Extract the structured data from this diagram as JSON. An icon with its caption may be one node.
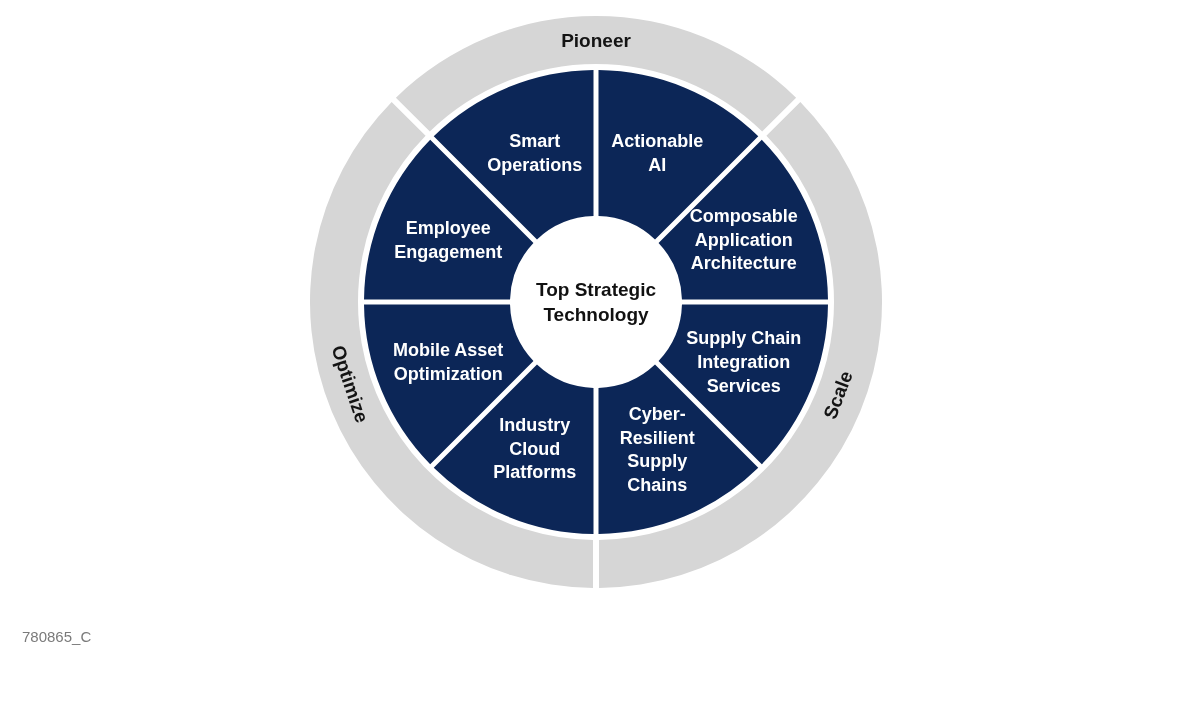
{
  "diagram": {
    "nodes": [
      {
        "text": [
          "Pioneer"
        ]
      },
      {
        "text": [
          "Scale"
        ]
      },
      {
        "text": [
          "Optimize"
        ]
      },
      {
        "text": [
          "Top Strategic Technology"
        ]
      },
      {
        "text": [
          "Smart Operations"
        ]
      },
      {
        "text": [
          "Actionable AI"
        ]
      },
      {
        "text": [
          "Composable Application Architecture"
        ]
      },
      {
        "text": [
          "Supply Chain Integration Services"
        ]
      },
      {
        "text": [
          "Cyber-Resilient Supply Chains"
        ]
      },
      {
        "text": [
          "Industry Cloud Platforms"
        ]
      },
      {
        "text": [
          "Mobile Asset Optimization"
        ]
      },
      {
        "text": [
          "Employee Engagement"
        ]
      }
    ],
    "labels": [
      "780865_C"
    ]
  }
}
